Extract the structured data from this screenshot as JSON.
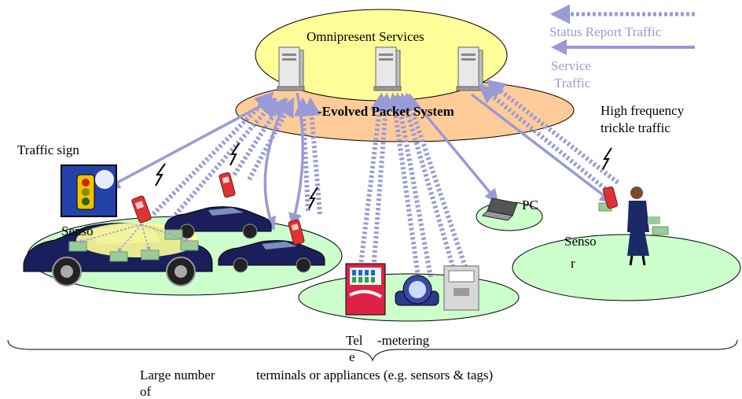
{
  "diagram": {
    "services_label": "Omnipresent Services",
    "eps_label": "-Evolved Packet System",
    "legend": {
      "status_report": "Status Report Traffic",
      "service_line1": "Service",
      "service_line2": "Traffic"
    },
    "labels": {
      "traffic_sign": "Traffic sign",
      "high_freq_line1": "High frequency",
      "high_freq_line2": "trickle traffic",
      "sensor_left": "Senso",
      "sensor_right_line1": "Senso",
      "sensor_right_line2": "r",
      "pc": "PC",
      "telemetering_a": "Tel",
      "telemetering_b": "-metering",
      "telemetering_c": "e",
      "large_number_line1": "Large number",
      "large_number_line2": "of",
      "terminals": "terminals or appliances (e.g. sensors & tags)"
    },
    "colors": {
      "services_fill": "#ffff99",
      "eps_fill": "#ffcc99",
      "cluster_fill": "#ccffcc",
      "traffic_arrow": "#9a9ad6",
      "sensor_tag": "#99cc99",
      "car_body": "#1a1f5c",
      "phone": "#dd3333"
    }
  }
}
